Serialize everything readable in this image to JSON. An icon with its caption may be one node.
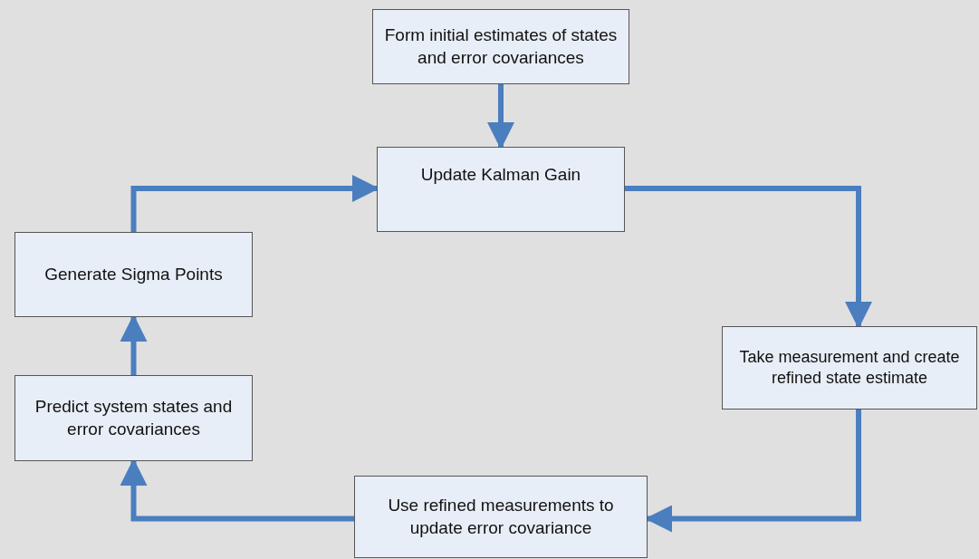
{
  "diagram": {
    "nodes": [
      {
        "text": [
          "Form initial estimates of states and error covariances"
        ]
      },
      {
        "text": [
          "Update Kalman Gain"
        ]
      },
      {
        "text": [
          "Take measurement and create refined state estimate"
        ]
      },
      {
        "text": [
          "Use refined measurements to update error covariance"
        ]
      },
      {
        "text": [
          "Predict system states and error covariances"
        ]
      },
      {
        "text": [
          "Generate Sigma Points"
        ]
      }
    ],
    "edges": [
      {
        "from": 0,
        "to": 1,
        "arrow": "to"
      },
      {
        "from": 1,
        "to": 2,
        "arrow": "to"
      },
      {
        "from": 2,
        "to": 3,
        "arrow": "to"
      },
      {
        "from": 3,
        "to": 4,
        "arrow": "to"
      },
      {
        "from": 4,
        "to": 5,
        "arrow": "to"
      },
      {
        "from": 5,
        "to": 1,
        "arrow": "to"
      }
    ]
  }
}
